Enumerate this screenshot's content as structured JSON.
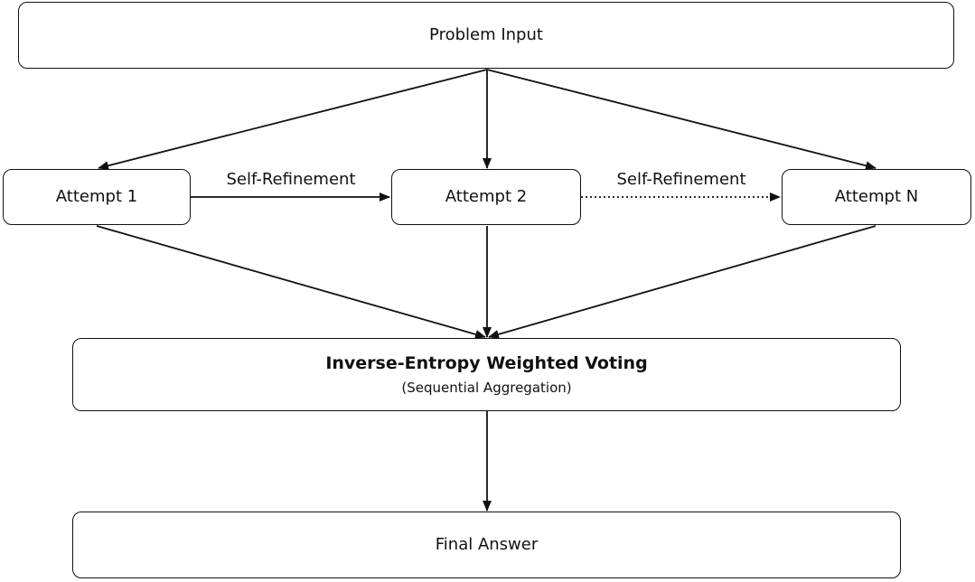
{
  "nodes": {
    "problem_input": "Problem Input",
    "attempt_1": "Attempt 1",
    "attempt_2": "Attempt 2",
    "attempt_n": "Attempt N",
    "voting_title": "Inverse-Entropy Weighted Voting",
    "voting_subtitle": "(Sequential Aggregation)",
    "final_answer": "Final Answer"
  },
  "edges": {
    "refine_1_to_2": "Self-Refinement",
    "refine_2_to_n": "Self-Refinement"
  }
}
